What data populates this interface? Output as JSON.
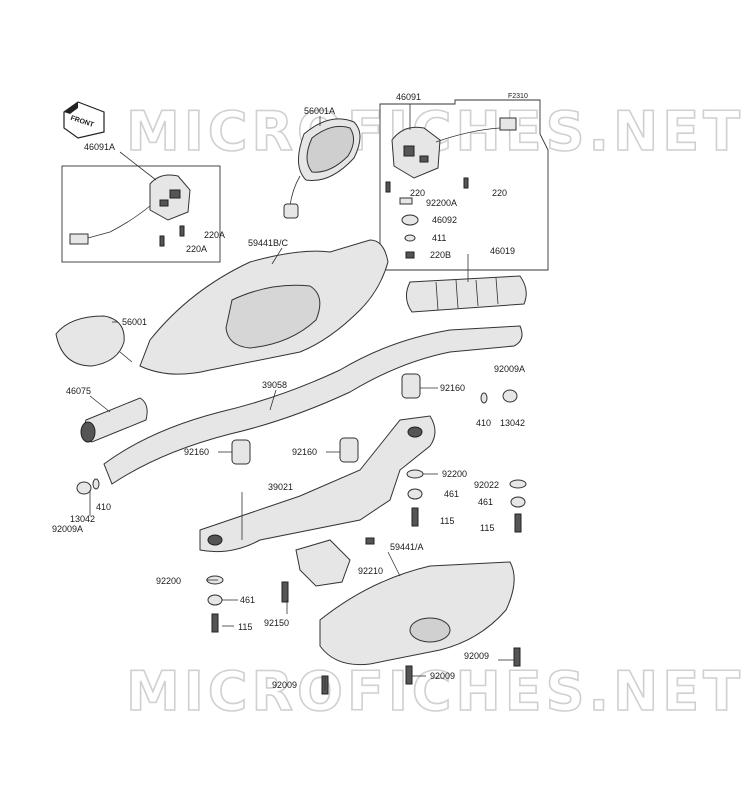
{
  "watermark": {
    "text": "MICROFICHES.NET"
  },
  "badges": {
    "front": "FRONT",
    "ref": "F2310"
  },
  "labels": {
    "p46091A": "46091A",
    "p56001A": "56001A",
    "p46091": "46091",
    "p220a": "220",
    "p220b": "220",
    "p92200A": "92200A",
    "p46092": "46092",
    "p411": "411",
    "p220B": "220B",
    "p220A_1": "220A",
    "p220A_2": "220A",
    "p59441BC": "59441B/C",
    "p46019": "46019",
    "p56001": "56001",
    "p46075": "46075",
    "p39058": "39058",
    "p92160_r": "92160",
    "p92009A_r": "92009A",
    "p410_r": "410",
    "p13042_r": "13042",
    "p92160_l": "92160",
    "p92160_m": "92160",
    "p39021": "39021",
    "p92200_r": "92200",
    "p92022": "92022",
    "p461_m": "461",
    "p461_r": "461",
    "p115_m": "115",
    "p115_r": "115",
    "p59441A": "59441/A",
    "p13042_l": "13042",
    "p410_l": "410",
    "p92009A_l": "92009A",
    "p92210": "92210",
    "p92200_l": "92200",
    "p461_l": "461",
    "p92150": "92150",
    "p115_l": "115",
    "p92009_a": "92009",
    "p92009_b": "92009",
    "p92009_c": "92009"
  }
}
